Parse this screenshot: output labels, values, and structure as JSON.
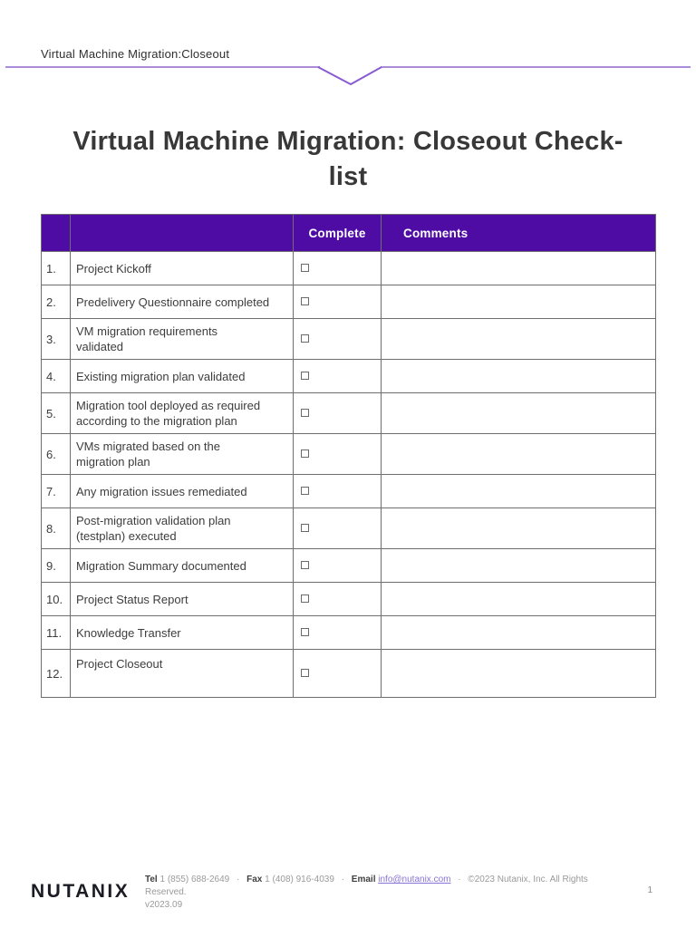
{
  "colors": {
    "accent_purple": "#4e0ca4",
    "divider_line": "#ab8cdb",
    "divider_chevron": "#8a5bd0",
    "link_purple": "#8b72d8",
    "table_border_gray": "#6e6e6e"
  },
  "header": {
    "breadcrumb": "Virtual Machine Migration:Closeout"
  },
  "title": "Virtual Machine Migration: Closeout Check-\nlist",
  "table": {
    "columns": {
      "number": "",
      "task": "",
      "complete": "Complete",
      "comments": "Comments"
    },
    "checkbox_state": "unchecked",
    "rows": [
      {
        "num": "1.",
        "task": "Project Kickoff",
        "comments": ""
      },
      {
        "num": "2.",
        "task": "Predelivery Questionnaire completed",
        "comments": ""
      },
      {
        "num": "3.",
        "task": "VM migration requirements\nvalidated",
        "comments": ""
      },
      {
        "num": "4.",
        "task": "Existing migration plan validated",
        "comments": ""
      },
      {
        "num": "5.",
        "task": "Migration tool deployed as required\naccording to the migration plan",
        "comments": ""
      },
      {
        "num": "6.",
        "task": "VMs migrated based on the\nmigration plan",
        "comments": ""
      },
      {
        "num": "7.",
        "task": "Any migration issues remediated",
        "comments": ""
      },
      {
        "num": "8.",
        "task": "Post-migration validation plan\n(testplan) executed",
        "comments": ""
      },
      {
        "num": "9.",
        "task": "Migration Summary documented",
        "comments": ""
      },
      {
        "num": "10.",
        "task": "Project Status Report",
        "comments": ""
      },
      {
        "num": "11.",
        "task": "Knowledge Transfer",
        "comments": ""
      },
      {
        "num": "12.",
        "task": "Project Closeout",
        "comments": "",
        "tall": true
      }
    ]
  },
  "footer": {
    "logo": "NUTANIX",
    "tel_label": "Tel",
    "tel": "1 (855) 688-2649",
    "fax_label": "Fax",
    "fax": "1 (408) 916-4039",
    "email_label": "Email",
    "email": "info@nutanix.com",
    "copyright": "©2023 Nutanix, Inc. All Rights Reserved.",
    "version": "v2023.09",
    "separator": "·",
    "page_number": "1"
  }
}
